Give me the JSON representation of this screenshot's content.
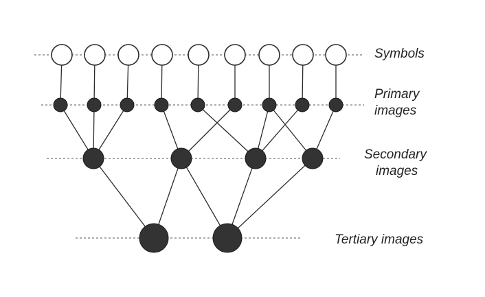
{
  "labels": {
    "symbols": "Symbols",
    "primary_line1": "Primary",
    "primary_line2": "images",
    "secondary_line1": "Secondary",
    "secondary_line2": "images",
    "tertiary": "Tertiary images"
  },
  "levels": [
    {
      "key": "symbols",
      "count": 9,
      "style": "open"
    },
    {
      "key": "primary",
      "count": 9,
      "style": "filled"
    },
    {
      "key": "secondary",
      "count": 4,
      "style": "filled"
    },
    {
      "key": "tertiary",
      "count": 2,
      "style": "filled"
    }
  ],
  "connections": {
    "symbols_to_primary": [
      [
        0,
        0
      ],
      [
        1,
        1
      ],
      [
        2,
        2
      ],
      [
        3,
        3
      ],
      [
        4,
        4
      ],
      [
        5,
        5
      ],
      [
        6,
        6
      ],
      [
        7,
        7
      ],
      [
        8,
        8
      ]
    ],
    "primary_to_secondary": [
      [
        0,
        0
      ],
      [
        1,
        0
      ],
      [
        2,
        0
      ],
      [
        3,
        1
      ],
      [
        4,
        2
      ],
      [
        5,
        1
      ],
      [
        6,
        2
      ],
      [
        6,
        3
      ],
      [
        7,
        2
      ],
      [
        8,
        3
      ]
    ],
    "secondary_to_tertiary": [
      [
        0,
        0
      ],
      [
        1,
        0
      ],
      [
        1,
        1
      ],
      [
        2,
        1
      ],
      [
        3,
        1
      ]
    ]
  },
  "colors": {
    "node_fill": "#333333",
    "line": "#2b2b2b",
    "guide": "#555555"
  }
}
